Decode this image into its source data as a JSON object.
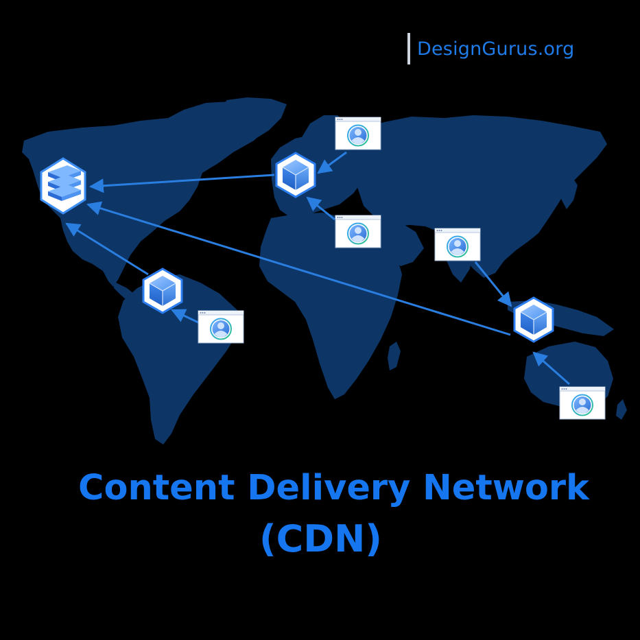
{
  "brand": {
    "text": "DesignGurus.org"
  },
  "title": {
    "line1": "Content Delivery Network",
    "line2": "(CDN)"
  },
  "colors": {
    "background": "#000000",
    "map": "#0d3566",
    "accent": "#1576f0",
    "arrow": "#2a7ee0",
    "card": "#ffffff"
  },
  "nodes": {
    "origin_server": {
      "icon": "origin-server-icon"
    },
    "edge_servers": [
      {
        "id": "europe",
        "icon": "edge-server-cube-icon"
      },
      {
        "id": "south-america",
        "icon": "edge-server-cube-icon"
      },
      {
        "id": "southeast-asia",
        "icon": "edge-server-cube-icon"
      }
    ],
    "users": [
      {
        "id": "user-north-europe",
        "icon": "user-avatar-icon"
      },
      {
        "id": "user-south-europe",
        "icon": "user-avatar-icon"
      },
      {
        "id": "user-south-america",
        "icon": "user-avatar-icon"
      },
      {
        "id": "user-asia",
        "icon": "user-avatar-icon"
      },
      {
        "id": "user-australia",
        "icon": "user-avatar-icon"
      }
    ]
  }
}
